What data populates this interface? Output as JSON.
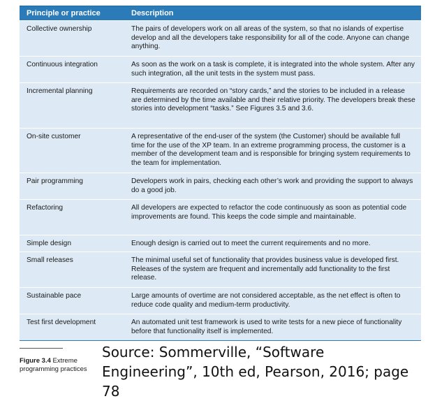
{
  "table": {
    "headers": [
      "Principle or practice",
      "Description"
    ],
    "rows": [
      {
        "principle": "Collective ownership",
        "description": "The pairs of developers work on all areas of the system, so that no islands of expertise develop and all the developers take responsibility for all of the code. Anyone can change anything."
      },
      {
        "principle": "Continuous integration",
        "description": "As soon as the work on a task is complete, it is integrated into the whole system. After any such integration, all the unit tests in the system must pass."
      },
      {
        "principle": "Incremental planning",
        "description": "Requirements are recorded on “story cards,” and the stories to be included in a release are determined by the time available and their relative priority. The developers break these stories into development “tasks.” See Figures 3.5 and 3.6."
      },
      {
        "principle": "On-site customer",
        "description": "A representative of the end-user of the system (the Customer) should be available full time for the use of the XP team. In an extreme programming process, the customer is a member of the development team and is responsible for bringing system requirements to the team for implementation."
      },
      {
        "principle": "Pair programming",
        "description": "Developers work in pairs, checking each other’s work and providing the support to always do a good job."
      },
      {
        "principle": "Refactoring",
        "description": "All developers are expected to refactor the code continuously as soon as potential code improvements are found. This keeps the code simple and maintainable."
      },
      {
        "principle": "Simple design",
        "description": "Enough design is carried out to meet the current requirements and no more."
      },
      {
        "principle": "Small releases",
        "description": "The minimal useful set of functionality that provides business value is developed first. Releases of the system are frequent and incrementally add functionality to the first release."
      },
      {
        "principle": "Sustainable pace",
        "description": "Large amounts of overtime are not considered acceptable, as the net effect is often to reduce code quality and medium-term productivity."
      },
      {
        "principle": "Test first development",
        "description": "An automated unit test framework is used to write tests for a new piece of functionality before that functionality itself is implemented."
      }
    ]
  },
  "caption": {
    "figure": "Figure 3.4",
    "text": "Extreme programming practices"
  },
  "source": "Source: Sommerville, “Software Engineering”, 10th ed, Pearson, 2016; page 78",
  "colors": {
    "header_bg": "#2b7bb9",
    "row_bg": "#dde9f4"
  }
}
